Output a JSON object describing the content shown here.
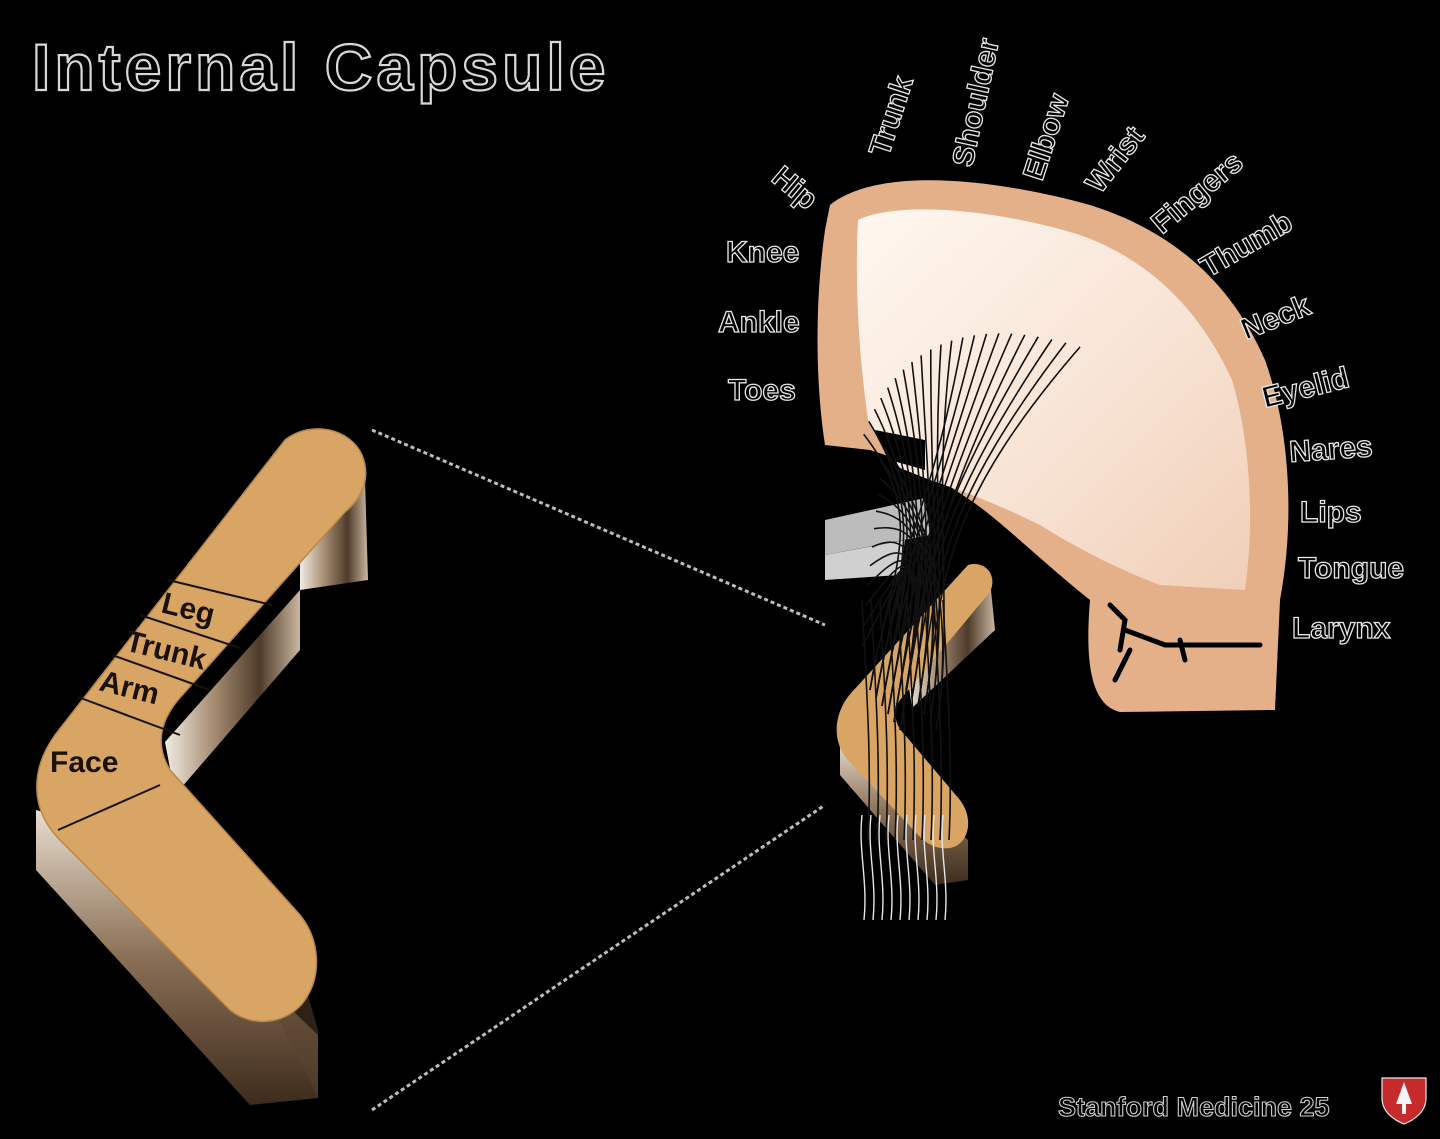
{
  "title": "Internal Capsule",
  "homunculus_labels": [
    "Hip",
    "Trunk",
    "Shoulder",
    "Elbow",
    "Wrist",
    "Fingers",
    "Thumb",
    "Neck",
    "Eyelid",
    "Nares",
    "Lips",
    "Tongue",
    "Larynx",
    "Knee",
    "Ankle",
    "Toes"
  ],
  "capsule_regions": [
    "Leg",
    "Trunk",
    "Arm",
    "Face"
  ],
  "credit": "Stanford Medicine 25",
  "colors": {
    "background": "#000000",
    "capsule_top": "#d9a565",
    "cortex": "#e3b08a",
    "fiber": "#111111",
    "outline_text": "#e6e6e6"
  },
  "icons": {
    "logo": "stanford-shield-icon"
  }
}
